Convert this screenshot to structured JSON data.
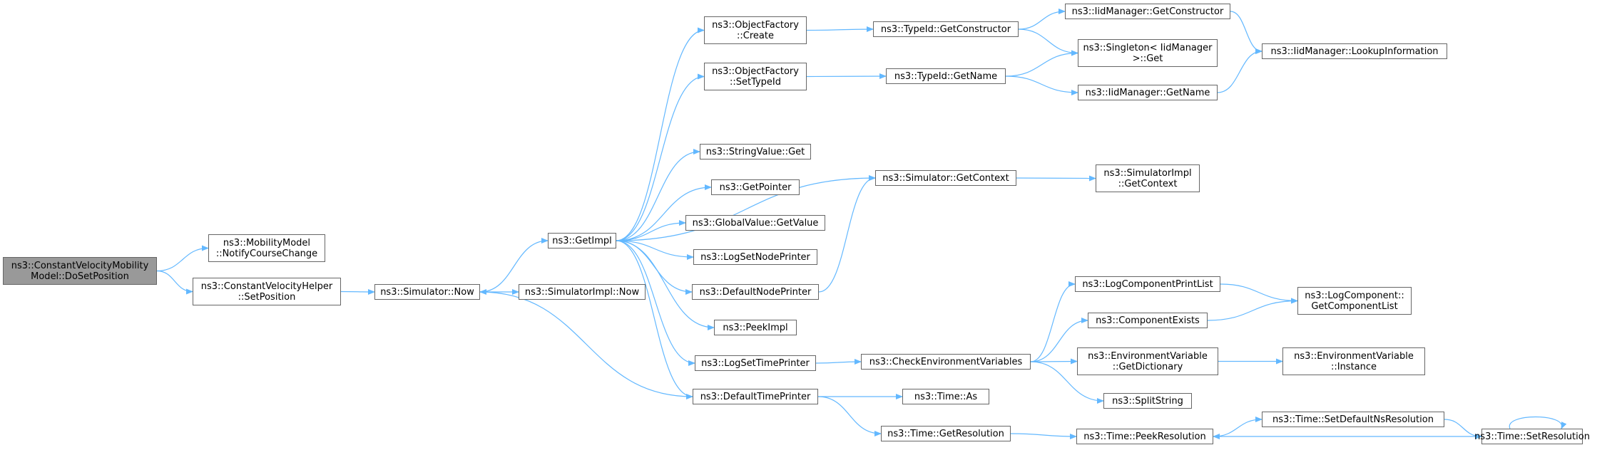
{
  "colors": {
    "edge": "#63b8ff",
    "border": "#666666",
    "node_fill": "#ffffff",
    "root_fill": "#999999",
    "text": "#000000"
  },
  "nodes": {
    "cvm_dosetposition": "ns3::ConstantVelocityMobility\nModel::DoSetPosition",
    "mm_notifycoursechange": "ns3::MobilityModel\n::NotifyCourseChange",
    "cvh_setposition": "ns3::ConstantVelocityHelper\n::SetPosition",
    "sim_now": "ns3::Simulator::Now",
    "getimpl": "ns3::GetImpl",
    "simimpl_now": "ns3::SimulatorImpl::Now",
    "of_create": "ns3::ObjectFactory\n::Create",
    "of_settypeid": "ns3::ObjectFactory\n::SetTypeId",
    "stringvalue_get": "ns3::StringValue::Get",
    "getpointer": "ns3::GetPointer",
    "globalvalue_getvalue": "ns3::GlobalValue::GetValue",
    "logsetnodeprinter": "ns3::LogSetNodePrinter",
    "defaultnodeprinter": "ns3::DefaultNodePrinter",
    "peekimpl": "ns3::PeekImpl",
    "logsettimeprinter": "ns3::LogSetTimePrinter",
    "defaulttimeprinter": "ns3::DefaultTimePrinter",
    "typeid_getconstructor": "ns3::TypeId::GetConstructor",
    "typeid_getname": "ns3::TypeId::GetName",
    "sim_getcontext": "ns3::Simulator::GetContext",
    "checkenv": "ns3::CheckEnvironmentVariables",
    "time_as": "ns3::Time::As",
    "time_getresolution": "ns3::Time::GetResolution",
    "iid_getconstructor": "ns3::IidManager::GetConstructor",
    "singleton_get": "ns3::Singleton< IidManager\n>::Get",
    "iid_getname": "ns3::IidManager::GetName",
    "simimpl_getcontext": "ns3::SimulatorImpl\n::GetContext",
    "logcomponentprintlist": "ns3::LogComponentPrintList",
    "componentexists": "ns3::ComponentExists",
    "envvar_getdictionary": "ns3::EnvironmentVariable\n::GetDictionary",
    "splitstring": "ns3::SplitString",
    "time_peekresolution": "ns3::Time::PeekResolution",
    "iid_lookupinformation": "ns3::IidManager::LookupInformation",
    "logcomponent_getcomponentlist": "ns3::LogComponent::\nGetComponentList",
    "envvar_instance": "ns3::EnvironmentVariable\n::Instance",
    "time_setdefaultnsresolution": "ns3::Time::SetDefaultNsResolution",
    "time_setresolution": "ns3::Time::SetResolution"
  },
  "edges": [
    [
      "cvm_dosetposition",
      "mm_notifycoursechange"
    ],
    [
      "cvm_dosetposition",
      "cvh_setposition"
    ],
    [
      "cvh_setposition",
      "sim_now"
    ],
    [
      "sim_now",
      "getimpl"
    ],
    [
      "sim_now",
      "simimpl_now"
    ],
    [
      "getimpl",
      "of_create"
    ],
    [
      "getimpl",
      "of_settypeid"
    ],
    [
      "getimpl",
      "stringvalue_get"
    ],
    [
      "getimpl",
      "getpointer"
    ],
    [
      "getimpl",
      "globalvalue_getvalue"
    ],
    [
      "getimpl",
      "logsetnodeprinter"
    ],
    [
      "getimpl",
      "defaultnodeprinter"
    ],
    [
      "getimpl",
      "peekimpl"
    ],
    [
      "getimpl",
      "logsettimeprinter"
    ],
    [
      "getimpl",
      "defaulttimeprinter"
    ],
    [
      "getimpl",
      "sim_getcontext"
    ],
    [
      "of_create",
      "typeid_getconstructor"
    ],
    [
      "of_settypeid",
      "typeid_getname"
    ],
    [
      "typeid_getconstructor",
      "iid_getconstructor"
    ],
    [
      "typeid_getconstructor",
      "singleton_get"
    ],
    [
      "typeid_getname",
      "singleton_get"
    ],
    [
      "typeid_getname",
      "iid_getname"
    ],
    [
      "iid_getconstructor",
      "iid_lookupinformation"
    ],
    [
      "iid_getname",
      "iid_lookupinformation"
    ],
    [
      "defaultnodeprinter",
      "sim_getcontext"
    ],
    [
      "sim_getcontext",
      "simimpl_getcontext"
    ],
    [
      "logsettimeprinter",
      "checkenv"
    ],
    [
      "checkenv",
      "logcomponentprintlist"
    ],
    [
      "checkenv",
      "componentexists"
    ],
    [
      "checkenv",
      "envvar_getdictionary"
    ],
    [
      "checkenv",
      "splitstring"
    ],
    [
      "logcomponentprintlist",
      "logcomponent_getcomponentlist"
    ],
    [
      "componentexists",
      "logcomponent_getcomponentlist"
    ],
    [
      "envvar_getdictionary",
      "envvar_instance"
    ],
    [
      "defaulttimeprinter",
      "sim_now"
    ],
    [
      "defaulttimeprinter",
      "time_as"
    ],
    [
      "defaulttimeprinter",
      "time_getresolution"
    ],
    [
      "time_getresolution",
      "time_peekresolution"
    ],
    [
      "time_peekresolution",
      "time_setdefaultnsresolution"
    ],
    [
      "time_setdefaultnsresolution",
      "time_setresolution"
    ],
    [
      "time_setresolution",
      "time_peekresolution"
    ],
    [
      "time_setresolution",
      "time_setresolution"
    ]
  ]
}
